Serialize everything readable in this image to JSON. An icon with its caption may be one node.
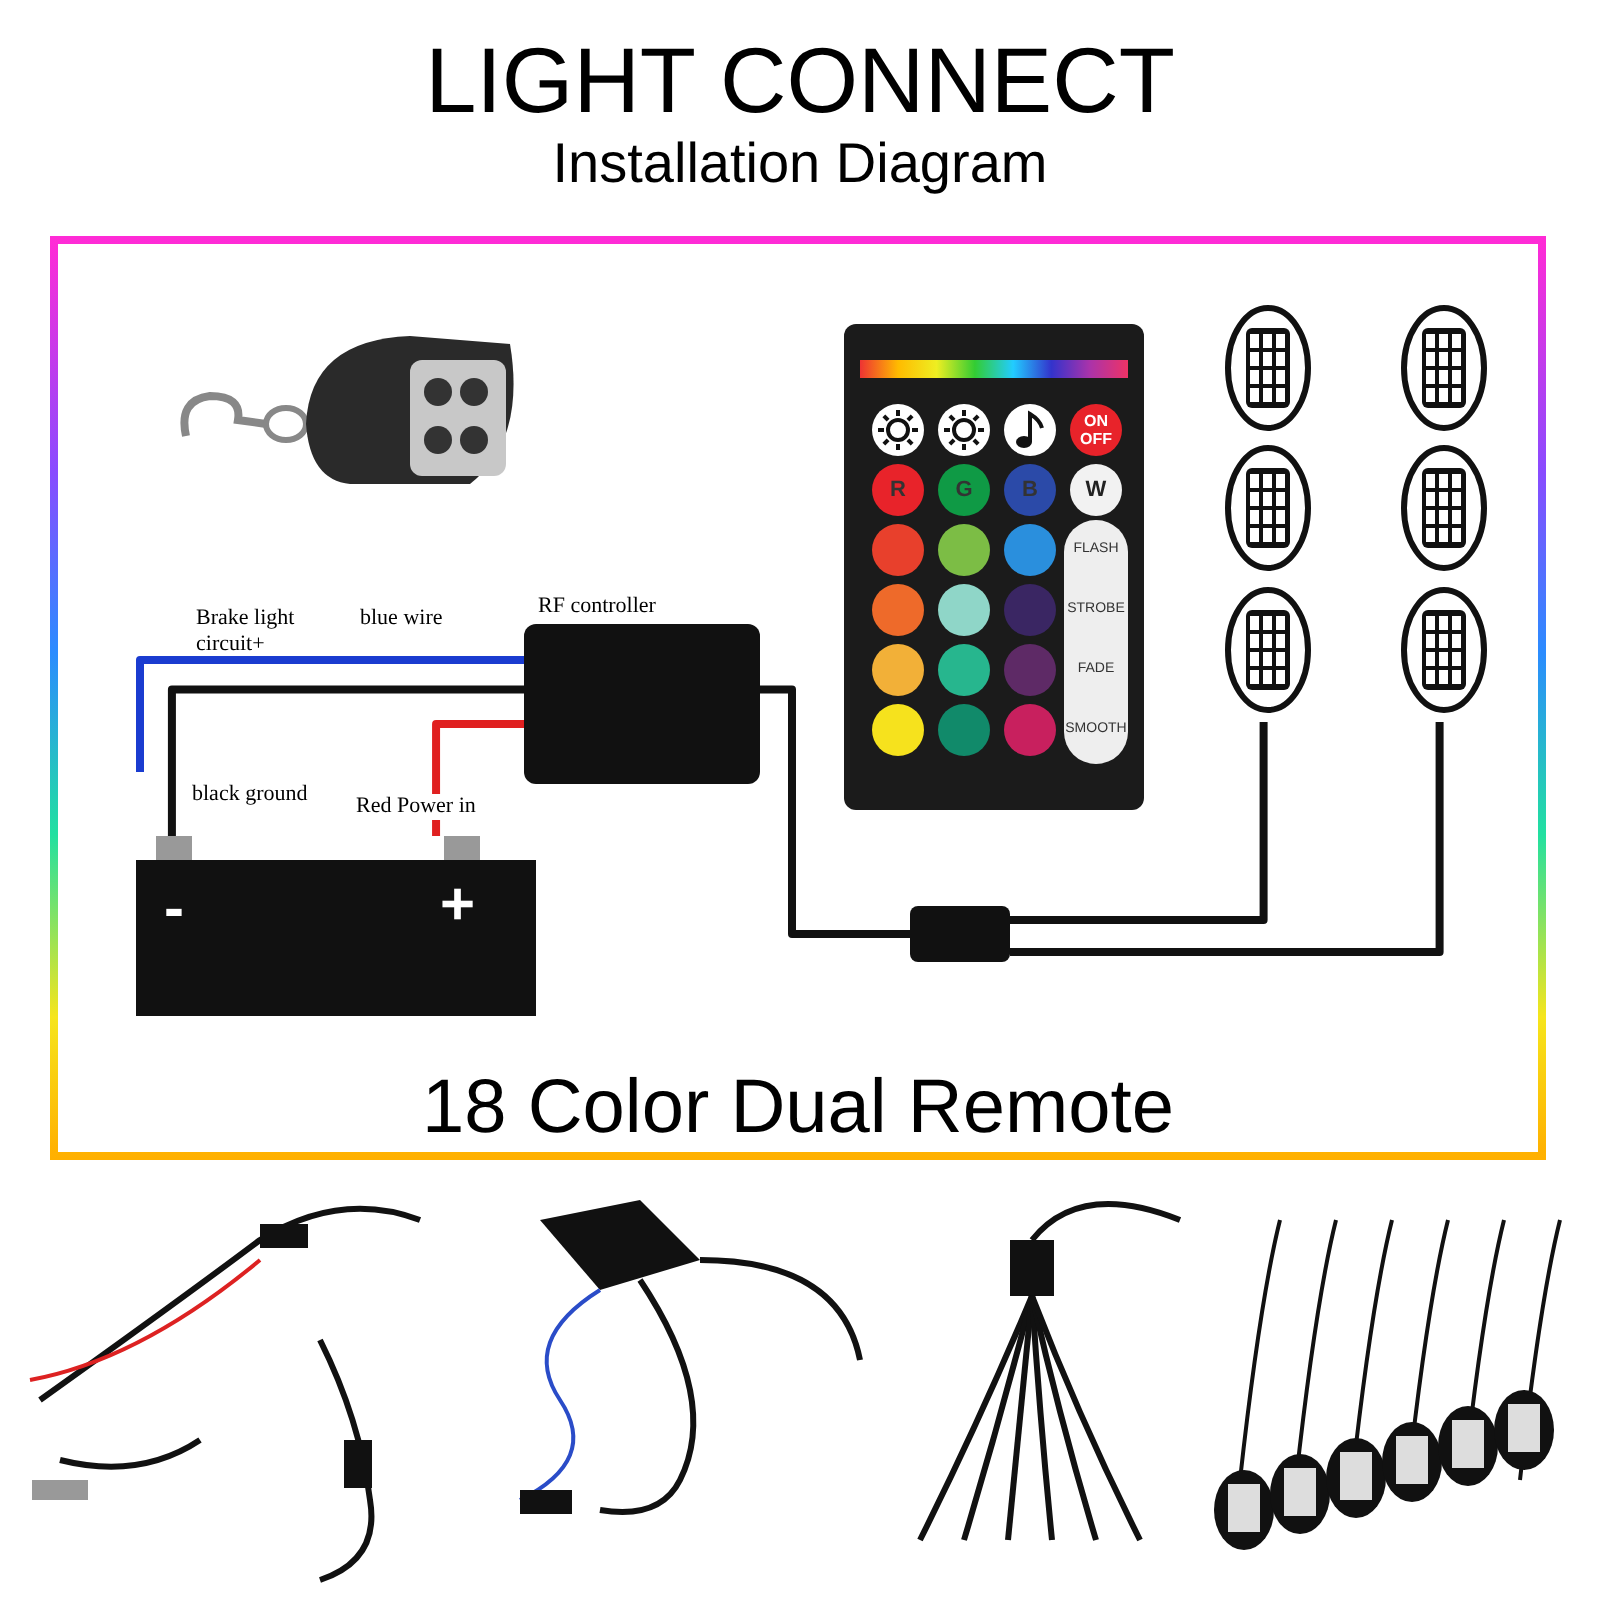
{
  "diagram": {
    "title": "LIGHT CONNECT",
    "nodes": [
      {
        "text": [
          "18 Color Dual Remote"
        ]
      },
      {
        "text": [
          "RF controller"
        ],
        "in": 0
      },
      {
        "text": [
          "-",
          "+"
        ],
        "in": 0
      },
      {
        "text": [
          "ON OFF",
          "R",
          "G",
          "B",
          "W",
          "FLASH",
          "STROBE",
          "FADE",
          "SMOOTH"
        ],
        "in": 0
      },
      {
        "text": [],
        "shape": "box",
        "in": 0
      },
      {
        "text": [],
        "shape": "picture",
        "in": 0
      },
      {
        "text": [],
        "shape": "picture",
        "in": 0
      },
      {
        "text": [],
        "shape": "picture",
        "in": 0
      },
      {
        "text": [],
        "shape": "picture",
        "in": 0
      },
      {
        "text": [],
        "shape": "picture",
        "in": 0
      },
      {
        "text": [],
        "shape": "picture",
        "in": 0
      }
    ],
    "edges": [
      {
        "from": 1,
        "to": null,
        "arrow": "none",
        "label": "blue wire",
        "color": "#1a3cd0"
      },
      {
        "from": 1,
        "to": 2,
        "arrow": "none",
        "label": "black ground"
      },
      {
        "from": 1,
        "to": 2,
        "arrow": "none",
        "label": "Red Power in",
        "color": "#e02020"
      },
      {
        "from": 1,
        "to": 4,
        "arrow": "none"
      },
      {
        "from": 4,
        "to": 9,
        "arrow": "none"
      },
      {
        "from": 4,
        "to": 10,
        "arrow": "none"
      }
    ],
    "labels": [
      "Installation Diagram",
      "Brake light circuit+"
    ]
  }
}
